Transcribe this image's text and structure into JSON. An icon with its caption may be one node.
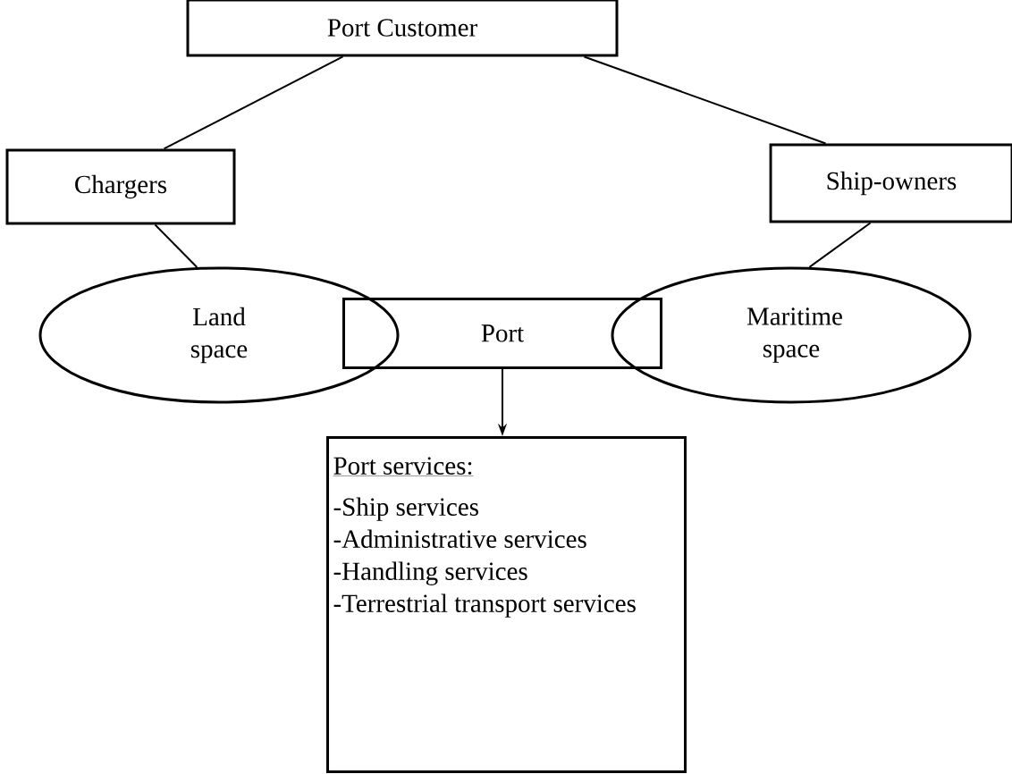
{
  "diagram": {
    "nodes": [
      {
        "text": [
          "Port Customer"
        ]
      },
      {
        "text": [
          "Chargers"
        ]
      },
      {
        "text": [
          "Ship-owners"
        ]
      },
      {
        "text": [
          "Land space"
        ]
      },
      {
        "text": [
          "Maritime space"
        ]
      },
      {
        "text": [
          "Port"
        ]
      },
      {
        "text": [
          "Port services:",
          "-Ship services",
          "-Administrative services",
          "-Handling services",
          "-Terrestrial transport services"
        ]
      }
    ],
    "edges": [
      {
        "from": 0,
        "to": 1,
        "arrow": "none"
      },
      {
        "from": 0,
        "to": 2,
        "arrow": "none"
      },
      {
        "from": 1,
        "to": 3,
        "arrow": "none"
      },
      {
        "from": 2,
        "to": 4,
        "arrow": "none"
      },
      {
        "from": 5,
        "to": 6,
        "arrow": "to"
      }
    ]
  }
}
